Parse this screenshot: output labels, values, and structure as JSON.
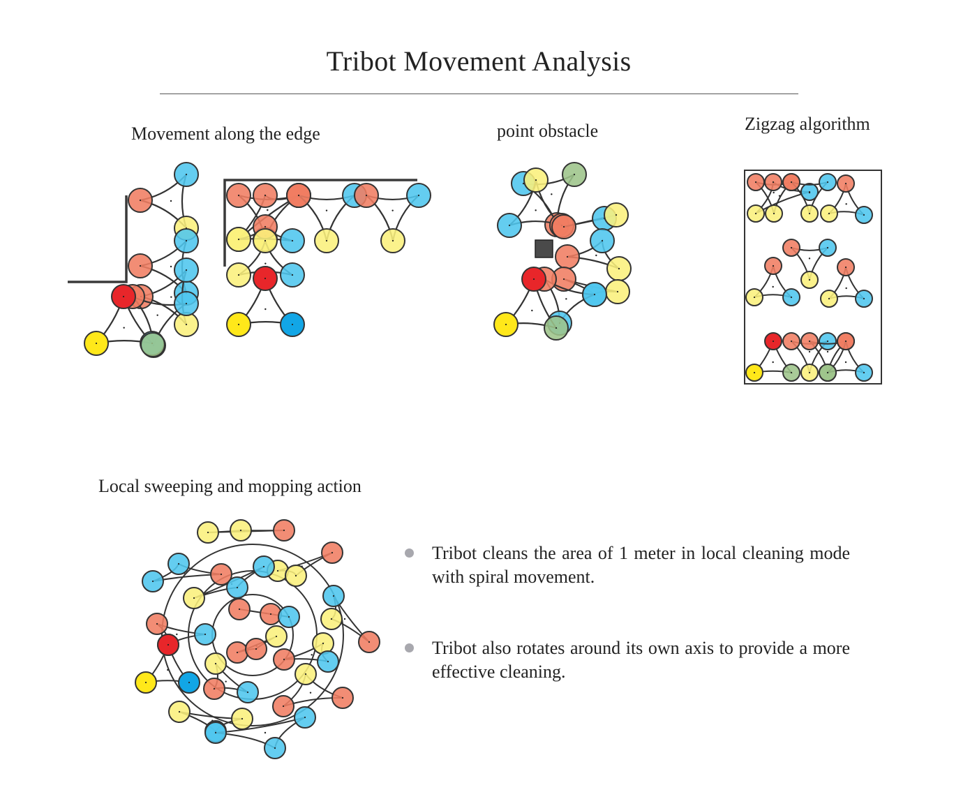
{
  "title": "Tribot Movement Analysis",
  "sections": {
    "edge": "Movement along the edge",
    "point": "point obstacle",
    "zigzag": "Zigzag algorithm",
    "local": "Local sweeping and mopping action"
  },
  "bullets": [
    "Tribot cleans the area of 1 meter in local cleaning mode with spiral movement.",
    "Tribot also rotates around its own axis to provide a more effective cleaning."
  ],
  "colors": {
    "red": "#e8262a",
    "yellow": "#ffe81a",
    "blue": "#12a6e6",
    "ghost_red": "#f07d62",
    "ghost_yellow": "#fbf07c",
    "ghost_blue": "#4fc6ee",
    "ghost_green": "#9dc48a",
    "outline": "#333333",
    "bullet": "#a8a8ae"
  }
}
